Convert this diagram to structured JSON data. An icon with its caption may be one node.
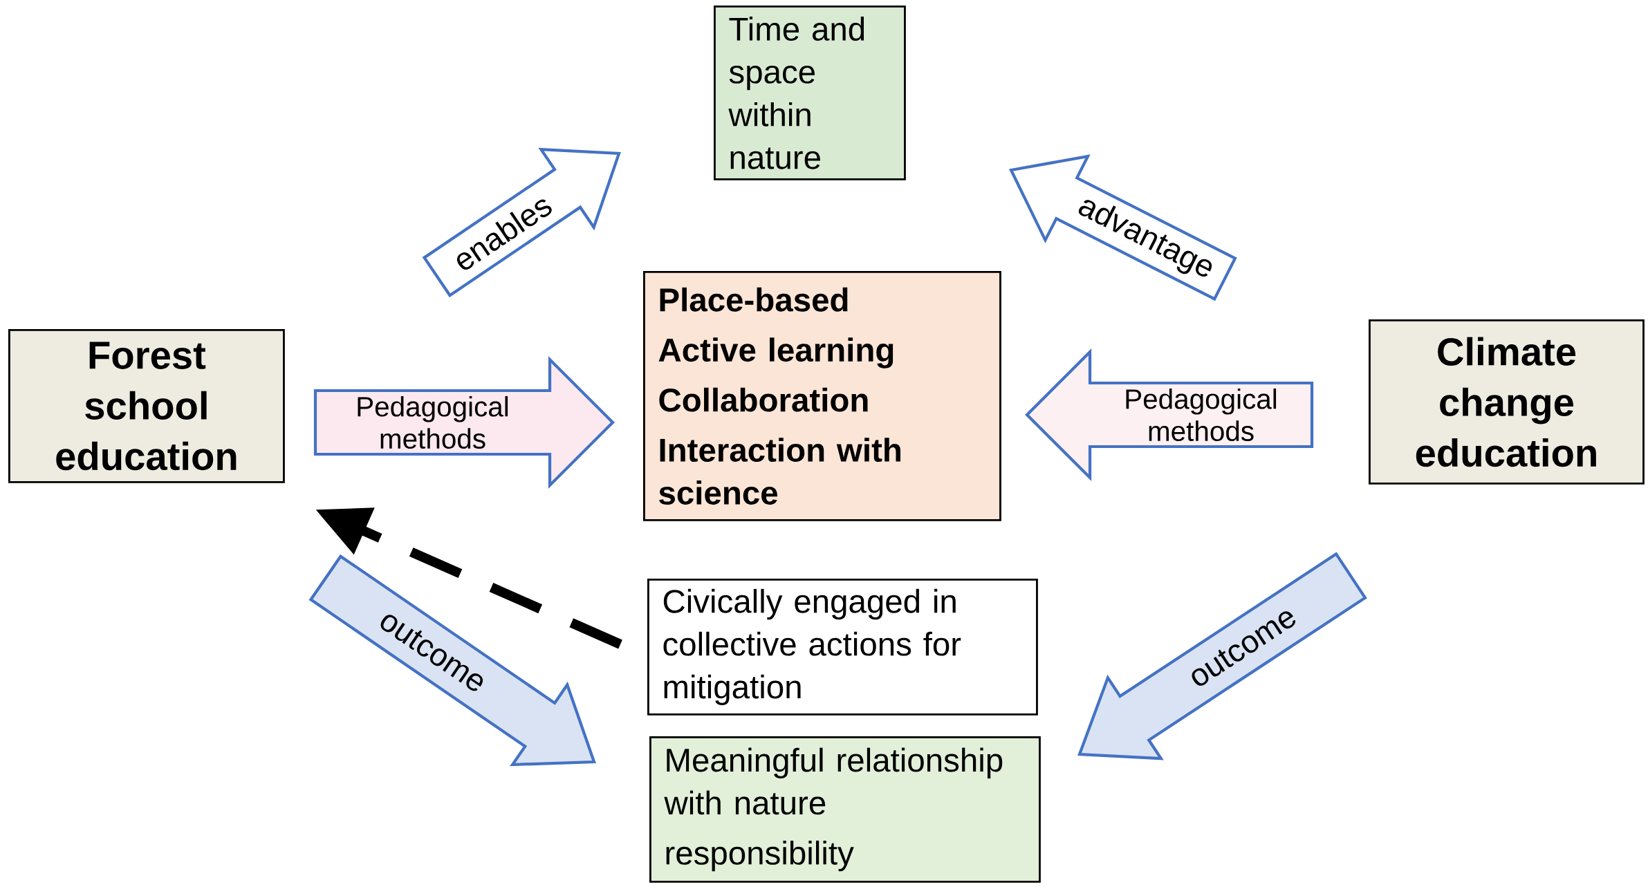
{
  "diagram": {
    "nodes": [
      {
        "text": [
          "Time and space within nature"
        ]
      },
      {
        "text": [
          "Forest school education"
        ]
      },
      {
        "text": [
          "Place-based",
          "Active learning",
          "Collaboration",
          "Interaction with science"
        ]
      },
      {
        "text": [
          "Climate change education"
        ]
      },
      {
        "text": [
          "Civically engaged in collective actions for mitigation"
        ]
      },
      {
        "text": [
          "Meaningful relationship with nature",
          "responsibility"
        ]
      }
    ],
    "edges": [
      {
        "from": 1,
        "to": 0,
        "arrow": "to",
        "label": "enables",
        "color": "#ffffff"
      },
      {
        "from": 3,
        "to": 0,
        "arrow": "to",
        "label": "advantage",
        "color": "#ffffff"
      },
      {
        "from": 1,
        "to": 2,
        "arrow": "to",
        "label": "Pedagogical methods",
        "color": "#fbe9ef"
      },
      {
        "from": 3,
        "to": 2,
        "arrow": "to",
        "label": "Pedagogical methods",
        "color": "#fcf0f3"
      },
      {
        "from": 1,
        "to": 5,
        "arrow": "to",
        "label": "outcome",
        "color": "#dae3f3"
      },
      {
        "from": 3,
        "to": 5,
        "arrow": "to",
        "label": "outcome",
        "color": "#dae3f3"
      },
      {
        "from": 4,
        "to": 1,
        "arrow": "to",
        "style": "dashed",
        "color": "#000000"
      }
    ]
  }
}
